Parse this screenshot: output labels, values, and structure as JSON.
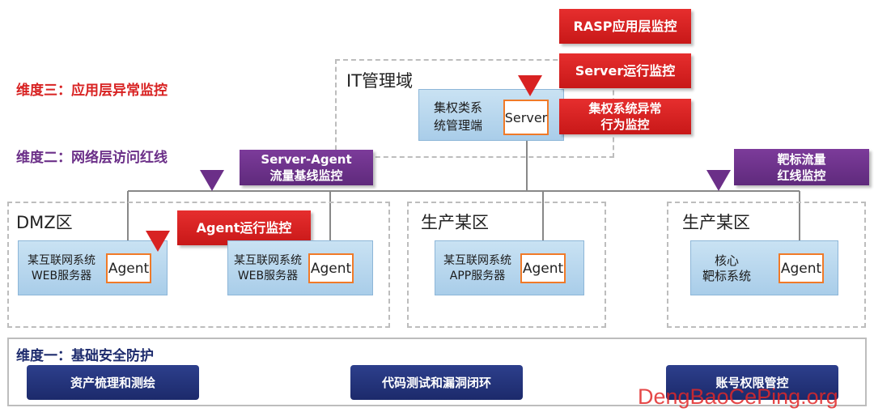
{
  "dimensions": {
    "three": "维度三：应用层异常监控",
    "two": "维度二：网络层访问红线",
    "one": "维度一：基础安全防护"
  },
  "colors": {
    "red": "#d82222",
    "purple": "#6b2f88",
    "navy": "#1e2c6e",
    "agent_border": "#f07a28"
  },
  "it_zone": {
    "title": "IT管理域",
    "system": "集权类系\n统管理端",
    "server": "Server"
  },
  "monitor_tags": {
    "rasp": "RASP应用层监控",
    "server_run": "Server运行监控",
    "centralized": "集权系统异常\n行为监控",
    "server_agent": "Server-Agent\n流量基线监控",
    "target_flow": "靶标流量\n红线监控",
    "agent_run": "Agent运行监控"
  },
  "zones": [
    {
      "title": "DMZ区",
      "systems": [
        {
          "label": "某互联网系统\nWEB服务器",
          "agent": "Agent"
        },
        {
          "label": "某互联网系统\nWEB服务器",
          "agent": "Agent"
        }
      ]
    },
    {
      "title": "生产某区",
      "systems": [
        {
          "label": "某互联网系统\nAPP服务器",
          "agent": "Agent"
        }
      ]
    },
    {
      "title": "生产某区",
      "systems": [
        {
          "label": "核心\n靶标系统",
          "agent": "Agent"
        }
      ]
    }
  ],
  "baseline": {
    "items": [
      "资产梳理和测绘",
      "代码测试和漏洞闭环",
      "账号权限管控"
    ]
  },
  "watermark": "DengBaoCePing.org"
}
